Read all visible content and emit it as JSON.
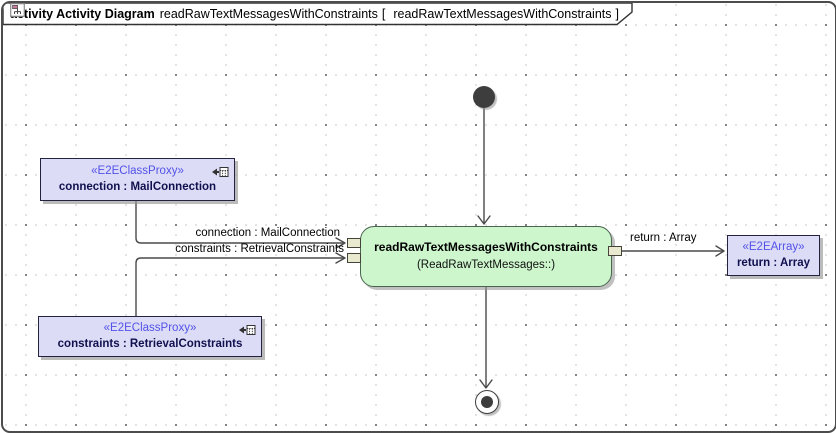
{
  "tab": {
    "keyword": "activity Activity Diagram",
    "name": "readRawTextMessagesWithConstraints",
    "open_bracket": "[",
    "context": "readRawTextMessagesWithConstraints",
    "close_bracket": "]"
  },
  "nodes": {
    "connection_proxy": {
      "stereotype": "«E2EClassProxy»",
      "name": "connection : MailConnection"
    },
    "constraints_proxy": {
      "stereotype": "«E2EClassProxy»",
      "name": "constraints : RetrievalConstraints"
    },
    "action": {
      "name": "readRawTextMessagesWithConstraints",
      "subtitle": "(ReadRawTextMessages::)"
    },
    "return_array": {
      "stereotype": "«E2EArray»",
      "name": "return : Array"
    }
  },
  "edges": {
    "connection_label": "connection : MailConnection",
    "constraints_label": "constraints : RetrievalConstraints",
    "return_label": "return : Array"
  },
  "icons": {
    "tab_icon": "activity-diagram-icon",
    "proxy_icon": "proxy-link-icon"
  },
  "colors": {
    "stereotype_blue": "#5252e8",
    "name_navy": "#10104e",
    "action_green": "#cdf6cd",
    "pin_beige": "#e9e9cf",
    "box_lavender": "#dcdcf7",
    "line_gray": "#4a4a4a",
    "grid_dot": "#8f8f8f",
    "node_dark": "#3d3d3d"
  }
}
